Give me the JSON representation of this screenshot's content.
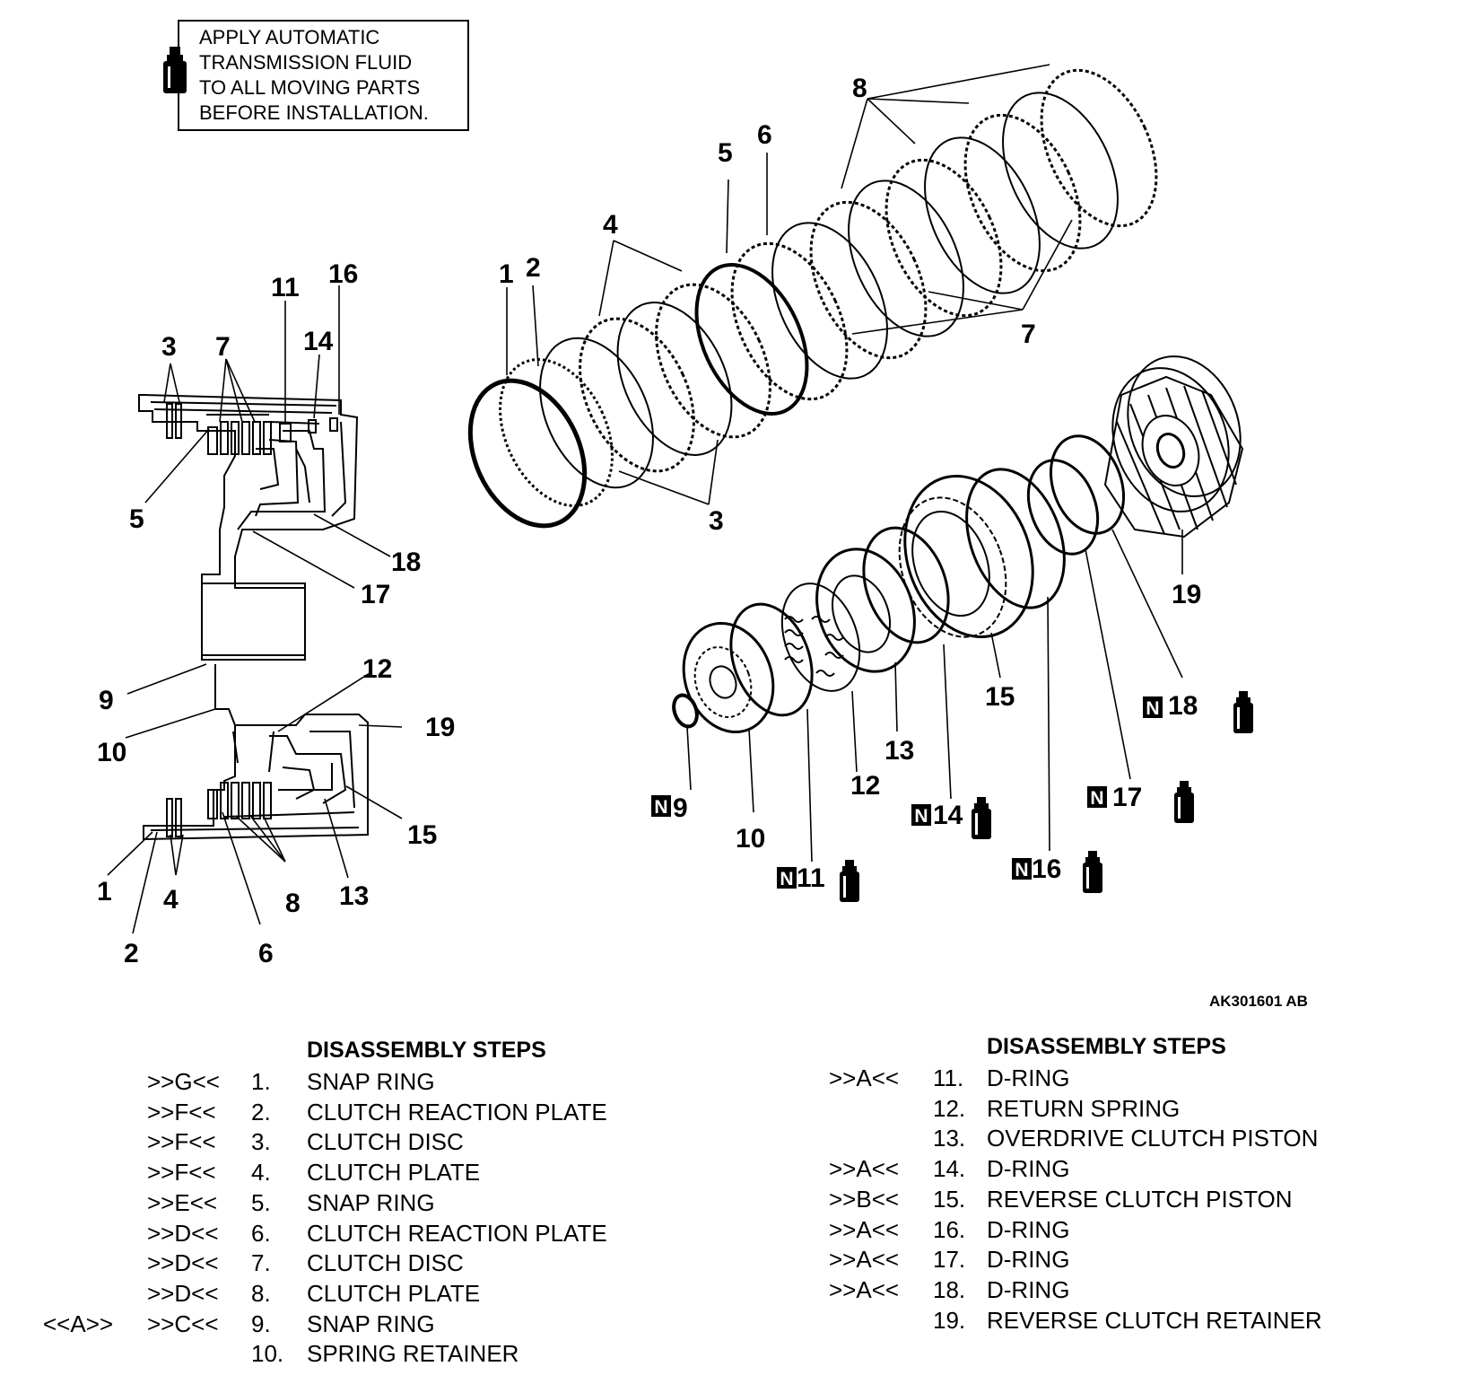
{
  "note": {
    "icon": "fluid-bottle-icon",
    "lines": [
      "APPLY AUTOMATIC",
      "TRANSMISSION FLUID",
      "TO ALL MOVING PARTS",
      "BEFORE INSTALLATION."
    ]
  },
  "figure_code": "AK301601 AB",
  "callouts": {
    "section": [
      "3",
      "7",
      "11",
      "14",
      "16",
      "5",
      "18",
      "17",
      "9",
      "12",
      "10",
      "19",
      "15",
      "1",
      "4",
      "8",
      "13",
      "2",
      "6"
    ],
    "exploded": [
      "1",
      "2",
      "3",
      "4",
      "5",
      "6",
      "7",
      "8",
      "9",
      "10",
      "11",
      "12",
      "13",
      "14",
      "15",
      "16",
      "17",
      "18",
      "19"
    ],
    "new_part_marker": "N"
  },
  "steps_left": {
    "heading": "DISASSEMBLY STEPS",
    "rows": [
      {
        "pre": "",
        "code": ">>G<<",
        "num": "1.",
        "name": "SNAP RING"
      },
      {
        "pre": "",
        "code": ">>F<<",
        "num": "2.",
        "name": "CLUTCH REACTION PLATE"
      },
      {
        "pre": "",
        "code": ">>F<<",
        "num": "3.",
        "name": "CLUTCH DISC"
      },
      {
        "pre": "",
        "code": ">>F<<",
        "num": "4.",
        "name": "CLUTCH PLATE"
      },
      {
        "pre": "",
        "code": ">>E<<",
        "num": "5.",
        "name": "SNAP RING"
      },
      {
        "pre": "",
        "code": ">>D<<",
        "num": "6.",
        "name": "CLUTCH REACTION PLATE"
      },
      {
        "pre": "",
        "code": ">>D<<",
        "num": "7.",
        "name": "CLUTCH DISC"
      },
      {
        "pre": "",
        "code": ">>D<<",
        "num": "8.",
        "name": "CLUTCH PLATE"
      },
      {
        "pre": "<<A>>",
        "code": ">>C<<",
        "num": "9.",
        "name": "SNAP RING"
      },
      {
        "pre": "",
        "code": "",
        "num": "10.",
        "name": "SPRING RETAINER"
      }
    ]
  },
  "steps_right": {
    "heading": "DISASSEMBLY STEPS",
    "rows": [
      {
        "code": ">>A<<",
        "num": "11.",
        "name": "D-RING"
      },
      {
        "code": "",
        "num": "12.",
        "name": "RETURN SPRING"
      },
      {
        "code": "",
        "num": "13.",
        "name": "OVERDRIVE CLUTCH PISTON"
      },
      {
        "code": ">>A<<",
        "num": "14.",
        "name": "D-RING"
      },
      {
        "code": ">>B<<",
        "num": "15.",
        "name": "REVERSE CLUTCH PISTON"
      },
      {
        "code": ">>A<<",
        "num": "16.",
        "name": "D-RING"
      },
      {
        "code": ">>A<<",
        "num": "17.",
        "name": "D-RING"
      },
      {
        "code": ">>A<<",
        "num": "18.",
        "name": "D-RING"
      },
      {
        "code": "",
        "num": "19.",
        "name": "REVERSE CLUTCH RETAINER"
      }
    ]
  }
}
